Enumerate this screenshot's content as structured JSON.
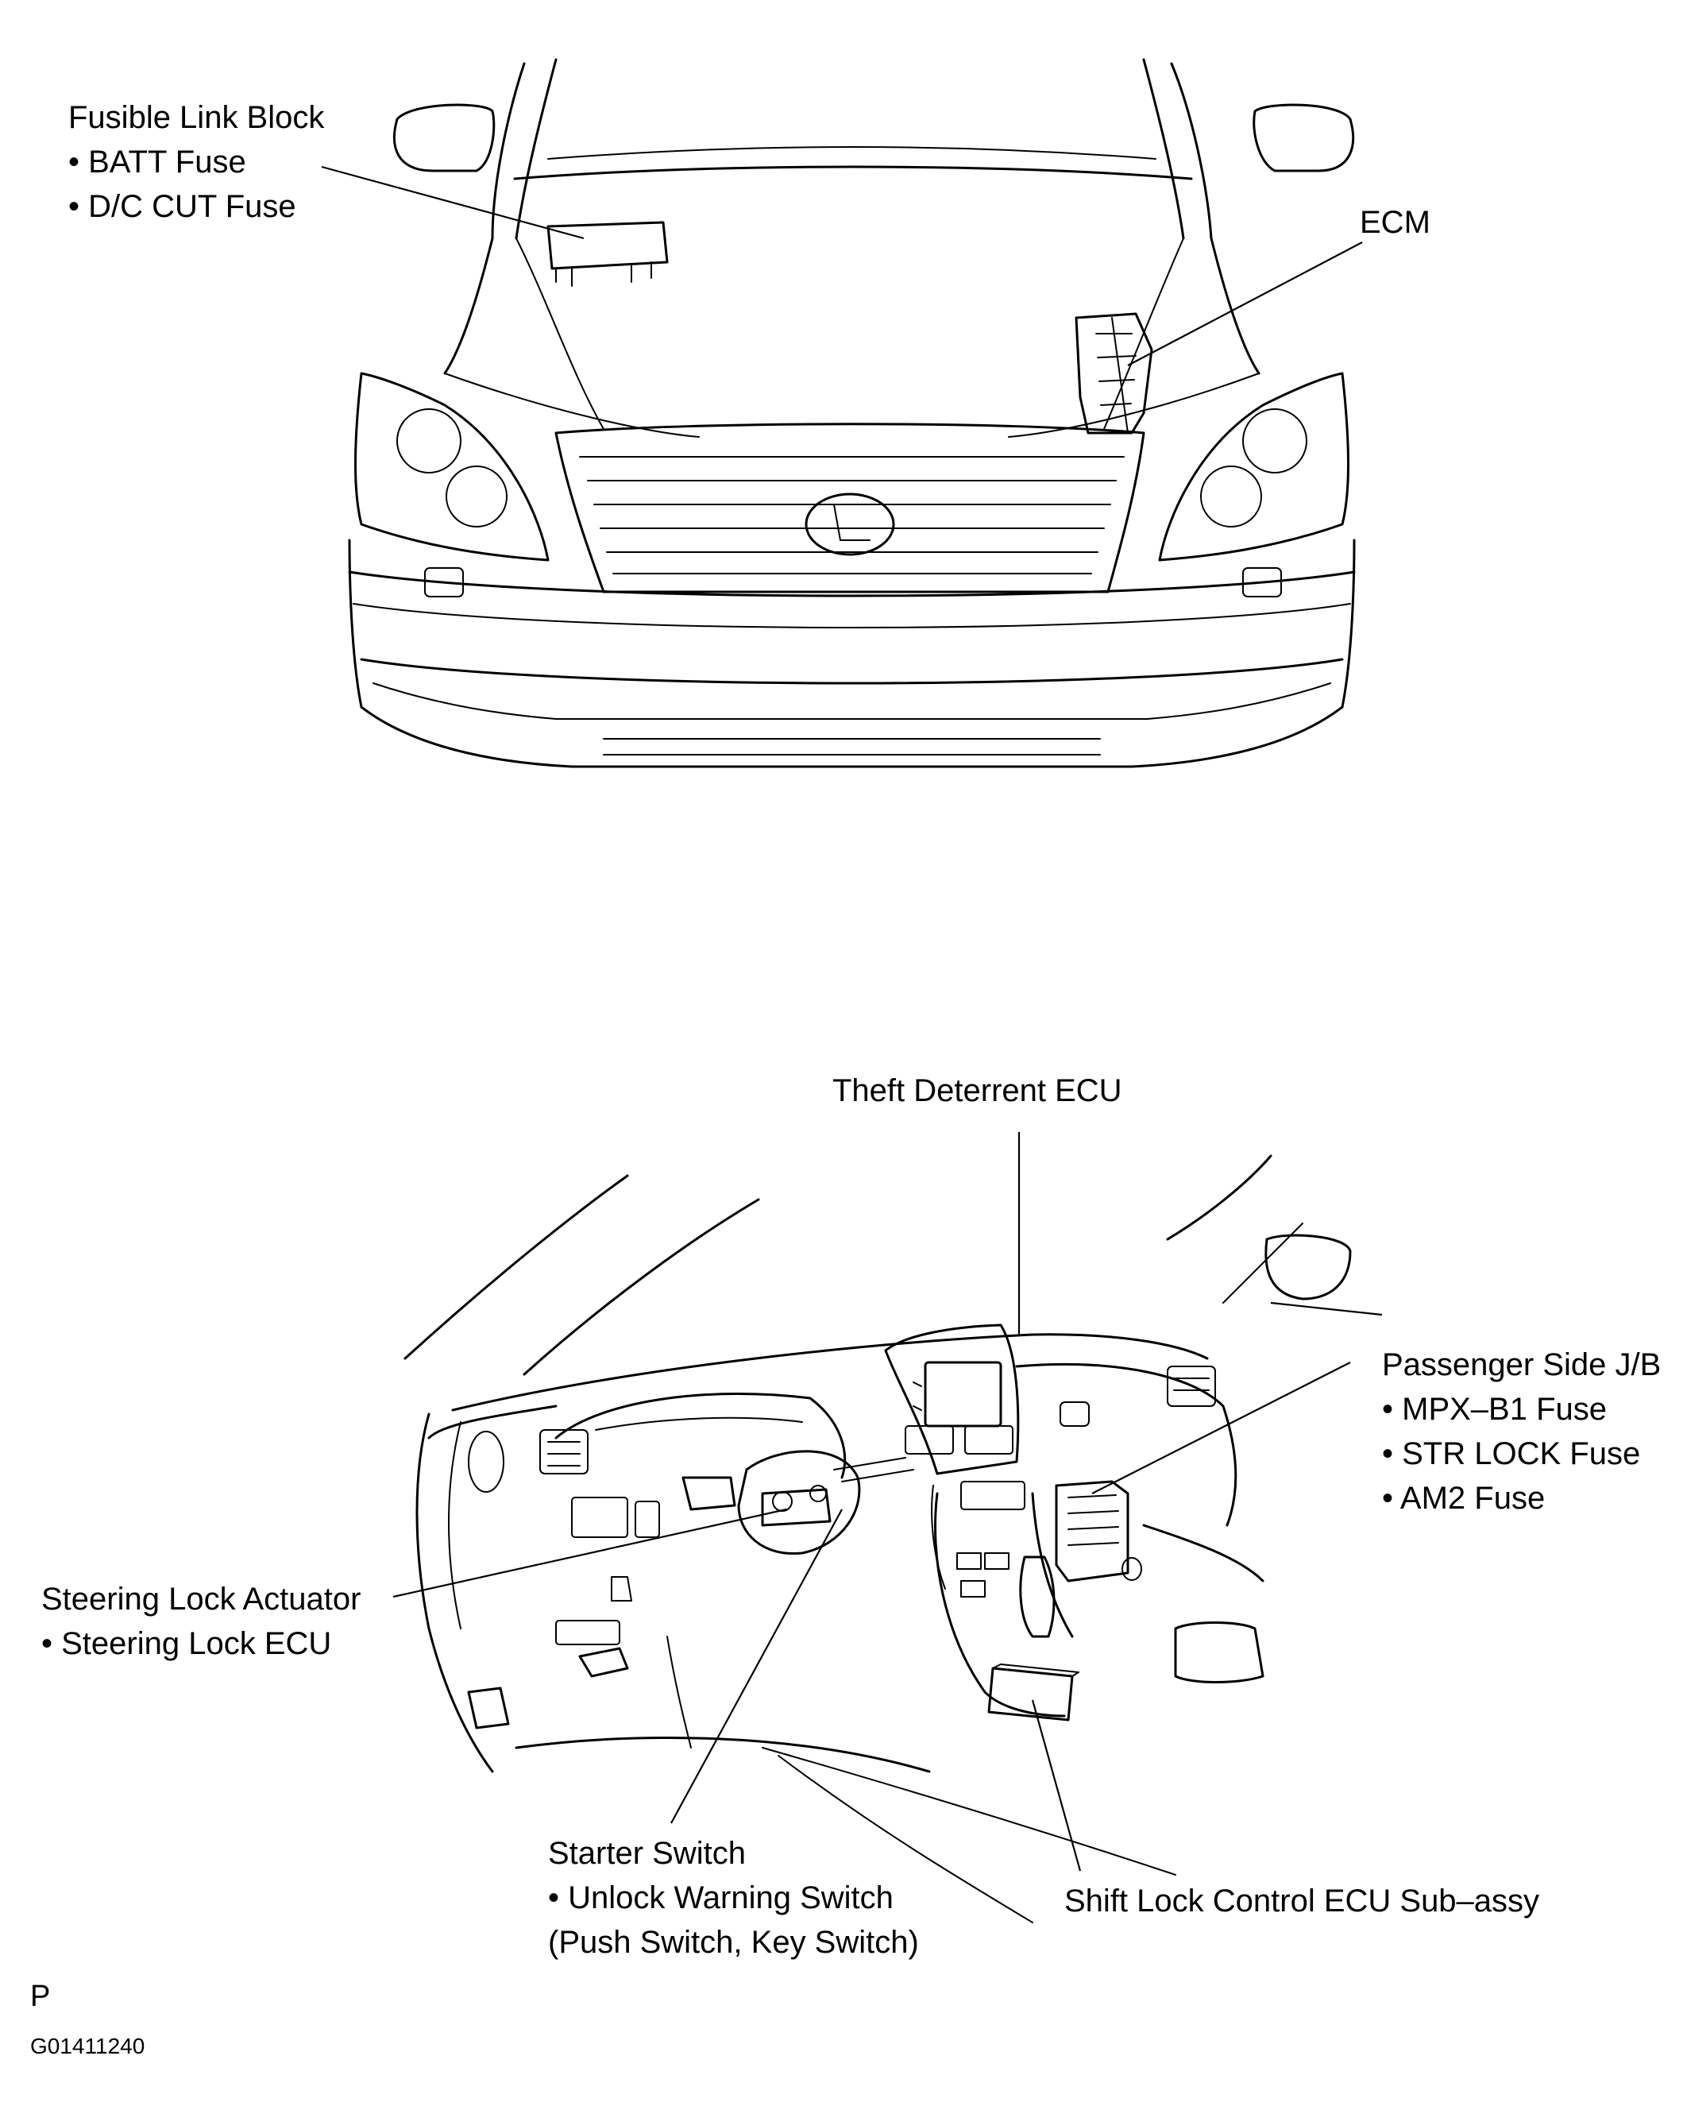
{
  "labels": {
    "fusible_link_block": {
      "title": "Fusible Link Block",
      "items": [
        "• BATT Fuse",
        "• D/C CUT Fuse"
      ]
    },
    "ecm": {
      "title": "ECM"
    },
    "theft_deterrent_ecu": {
      "title": "Theft Deterrent ECU"
    },
    "passenger_side_jb": {
      "title": "Passenger Side J/B",
      "items": [
        "• MPX–B1 Fuse",
        "• STR LOCK Fuse",
        "• AM2 Fuse"
      ]
    },
    "steering_lock_actuator": {
      "title": "Steering Lock Actuator",
      "items": [
        "• Steering Lock ECU"
      ]
    },
    "starter_switch": {
      "title": "Starter Switch",
      "items": [
        "• Unlock Warning Switch",
        "(Push Switch, Key Switch)"
      ]
    },
    "shift_lock_control_ecu": {
      "title": "Shift Lock Control ECU Sub–assy"
    }
  },
  "footer": {
    "code_letter": "P",
    "figure_id": "G01411240"
  }
}
